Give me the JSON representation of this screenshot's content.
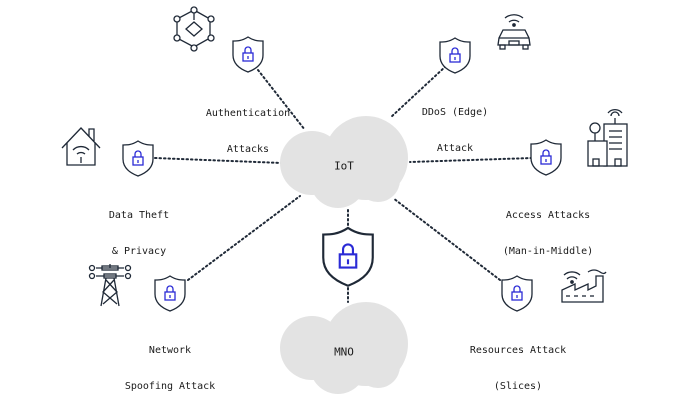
{
  "clouds": {
    "iot": "IoT",
    "mno": "MNO"
  },
  "attacks": {
    "authentication": [
      "Authentication",
      "Attacks"
    ],
    "ddos": [
      "DDoS (Edge)",
      "Attack"
    ],
    "data_theft": [
      "Data Theft",
      "& Privacy"
    ],
    "access": [
      "Access Attacks",
      "(Man-in-Middle)"
    ],
    "network_spoofing": [
      "Network",
      "Spoofing Attack"
    ],
    "resources": [
      "Resources Attack",
      "(Slices)"
    ]
  },
  "colors": {
    "stroke": "#1f2937",
    "lock": "#2b2bd6",
    "cloud": "#e3e3e3"
  }
}
